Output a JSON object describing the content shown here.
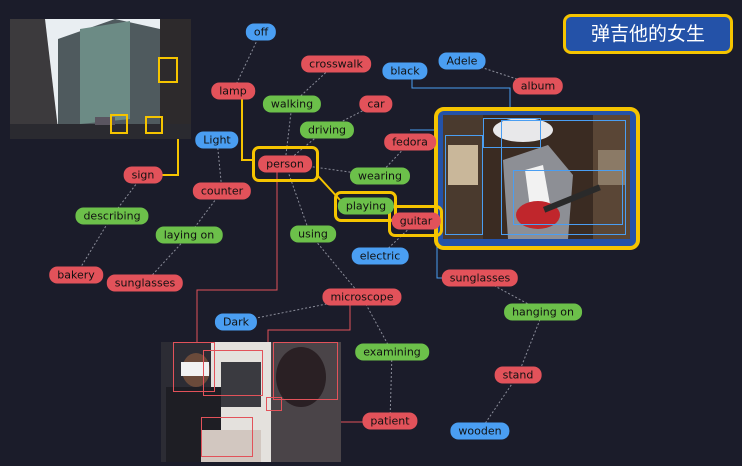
{
  "title": "弹吉他的女生",
  "colors": {
    "entity": "#e2525a",
    "relation": "#6cc04a",
    "attribute": "#4a9ef2",
    "highlight": "#f5c400"
  },
  "images": {
    "street": "street-photo",
    "guitar": "guitar-photo",
    "lab": "lab-photo"
  },
  "nodes": {
    "off": "off",
    "crosswalk": "crosswalk",
    "black": "black",
    "adele": "Adele",
    "lamp": "lamp",
    "walking": "walking",
    "car": "car",
    "album": "album",
    "light": "Light",
    "driving": "driving",
    "fedora": "fedora",
    "person": "person",
    "wearing": "wearing",
    "sign": "sign",
    "counter": "counter",
    "playing": "playing",
    "guitar": "guitar",
    "describing": "describing",
    "using": "using",
    "laying_on": "laying on",
    "electric": "electric",
    "bakery": "bakery",
    "sunglasses_left": "sunglasses",
    "sunglasses_right": "sunglasses",
    "microscope": "microscope",
    "hanging_on": "hanging on",
    "dark": "Dark",
    "examining": "examining",
    "stand": "stand",
    "patient": "patient",
    "wooden": "wooden"
  }
}
